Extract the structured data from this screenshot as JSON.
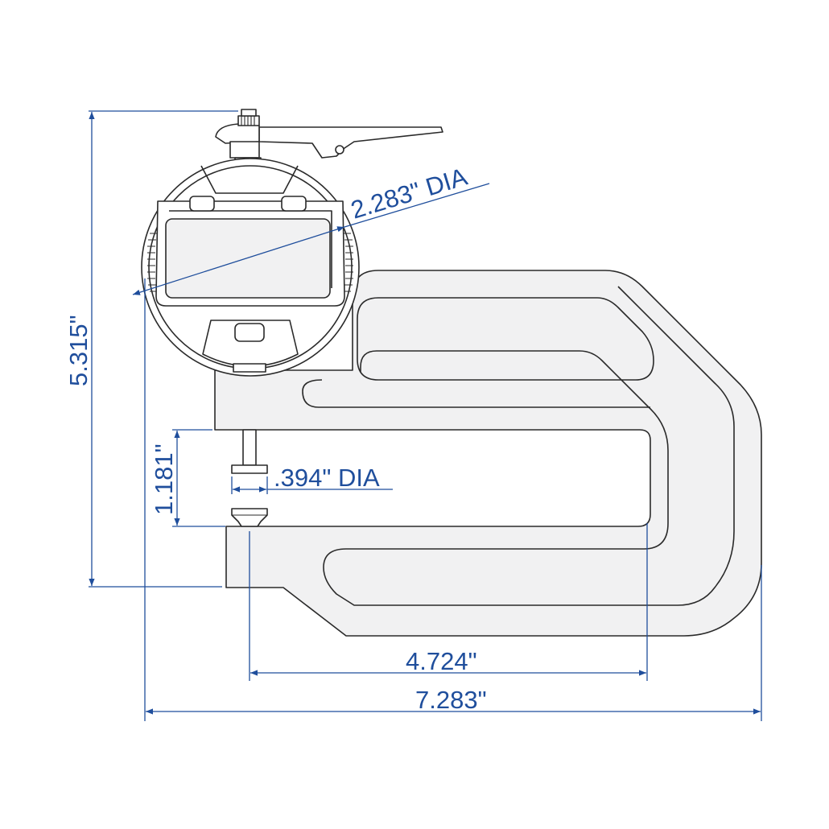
{
  "colors": {
    "dimension": "#1f4e9c",
    "body_fill": "#f1f1f2",
    "outline": "#2a2a2a"
  },
  "dimensions": {
    "dial_diameter": "2.283\" DIA",
    "total_height": "5.315\"",
    "throat_opening": "1.181\"",
    "anvil_diameter": ".394\" DIA",
    "throat_depth": "4.724\"",
    "total_width": "7.283\""
  }
}
